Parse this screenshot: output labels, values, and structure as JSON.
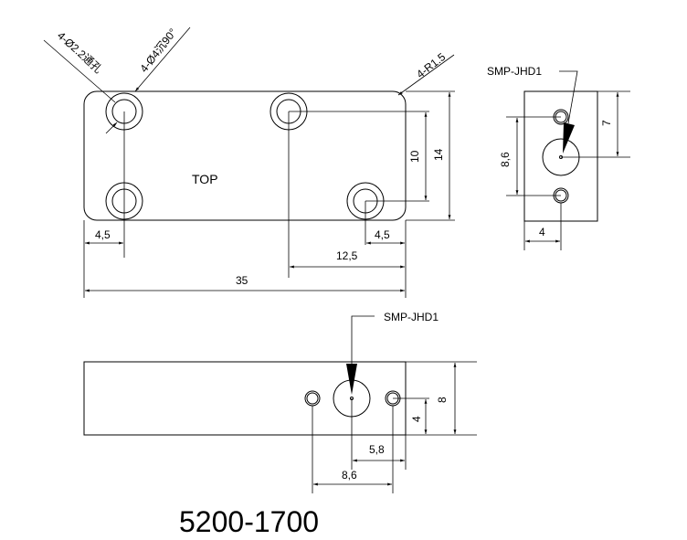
{
  "drawing": {
    "part_number": "5200-1700",
    "top_view": {
      "label": "TOP",
      "callouts": {
        "through_hole": "4-Ø2.2通孔",
        "countersink": "4-Ø4沉90°",
        "corner_radius": "4-R1.5"
      },
      "dimensions": {
        "hole_offset_left": "4,5",
        "hole_offset_right": "4,5",
        "connector_offset": "12,5",
        "overall_length": "35",
        "hole_spacing": "10",
        "overall_width": "14"
      }
    },
    "side_view": {
      "connector_label": "SMP-JHD1",
      "dimensions": {
        "connector_height": "7",
        "hole_spacing": "8,6",
        "hole_offset": "4"
      }
    },
    "front_view": {
      "connector_label": "SMP-JHD1",
      "dimensions": {
        "connector_center_height": "4",
        "overall_height": "8",
        "connector_offset": "5,8",
        "hole_spacing": "8,6"
      }
    }
  }
}
